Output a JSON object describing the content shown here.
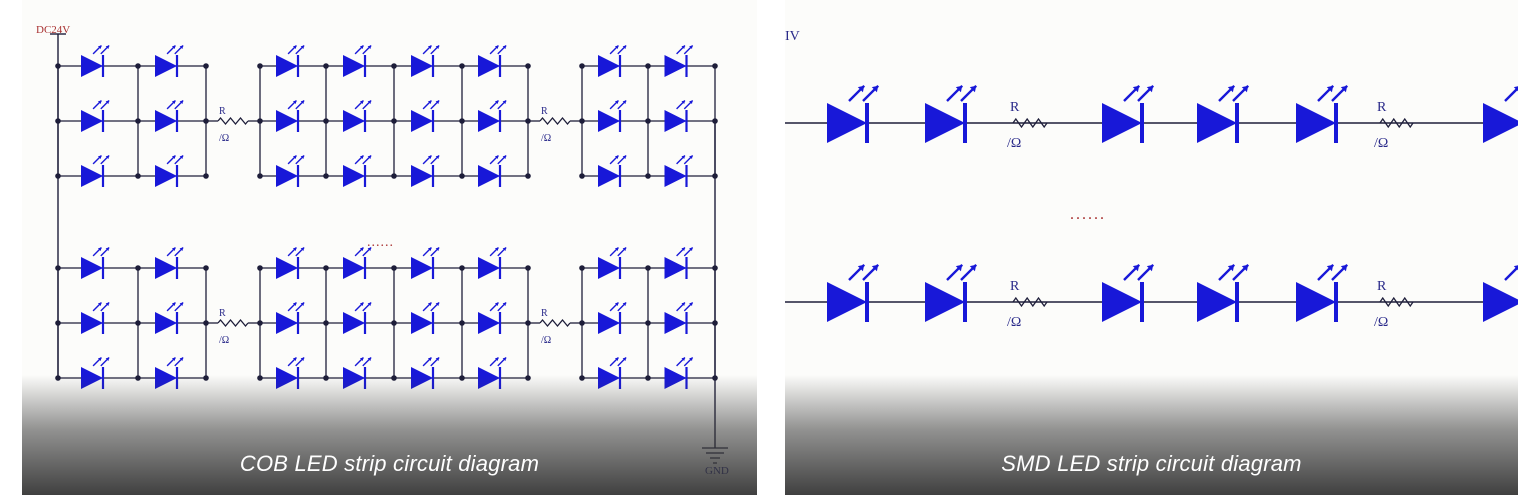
{
  "left_panel": {
    "caption": "COB LED strip circuit diagram",
    "supply_label": "DC24V",
    "ground_label": "GND",
    "resistor_label": "R",
    "resistor_unit": "/Ω",
    "ellipsis": "......"
  },
  "right_panel": {
    "caption": "SMD LED strip circuit diagram",
    "supply_label_fragment": "IV",
    "resistor_label": "R",
    "resistor_unit": "/Ω",
    "ellipsis": "......"
  },
  "colors": {
    "led": "#1818d8",
    "wire": "#1e1e3a",
    "ellipsis_red": "#a83030"
  }
}
